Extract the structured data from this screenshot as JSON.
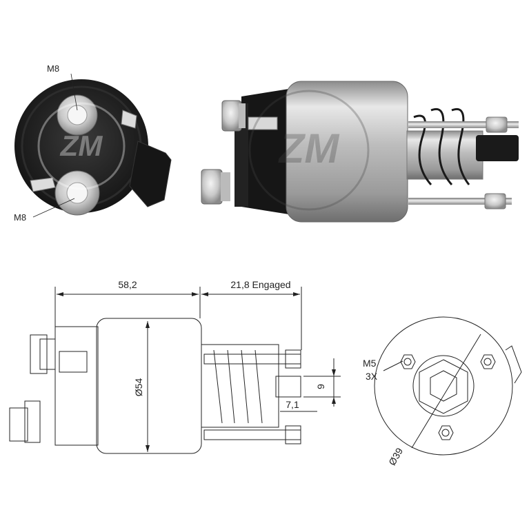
{
  "labels": {
    "front_terminal_top": "M8",
    "front_terminal_bottom": "M8",
    "length_body": "58,2",
    "length_engaged": "21,8 Engaged",
    "diameter_body": "Ø54",
    "plunger_height": "9",
    "plunger_length": "7,1",
    "mount_thread": "M5",
    "mount_count": "3X",
    "mount_circle": "Ø39"
  },
  "logo": {
    "text": "ZM"
  },
  "colors": {
    "housing_dark": "#1c1c1c",
    "metal_light": "#d9d9d9",
    "metal_mid": "#9a9a9a",
    "line": "#222222"
  }
}
